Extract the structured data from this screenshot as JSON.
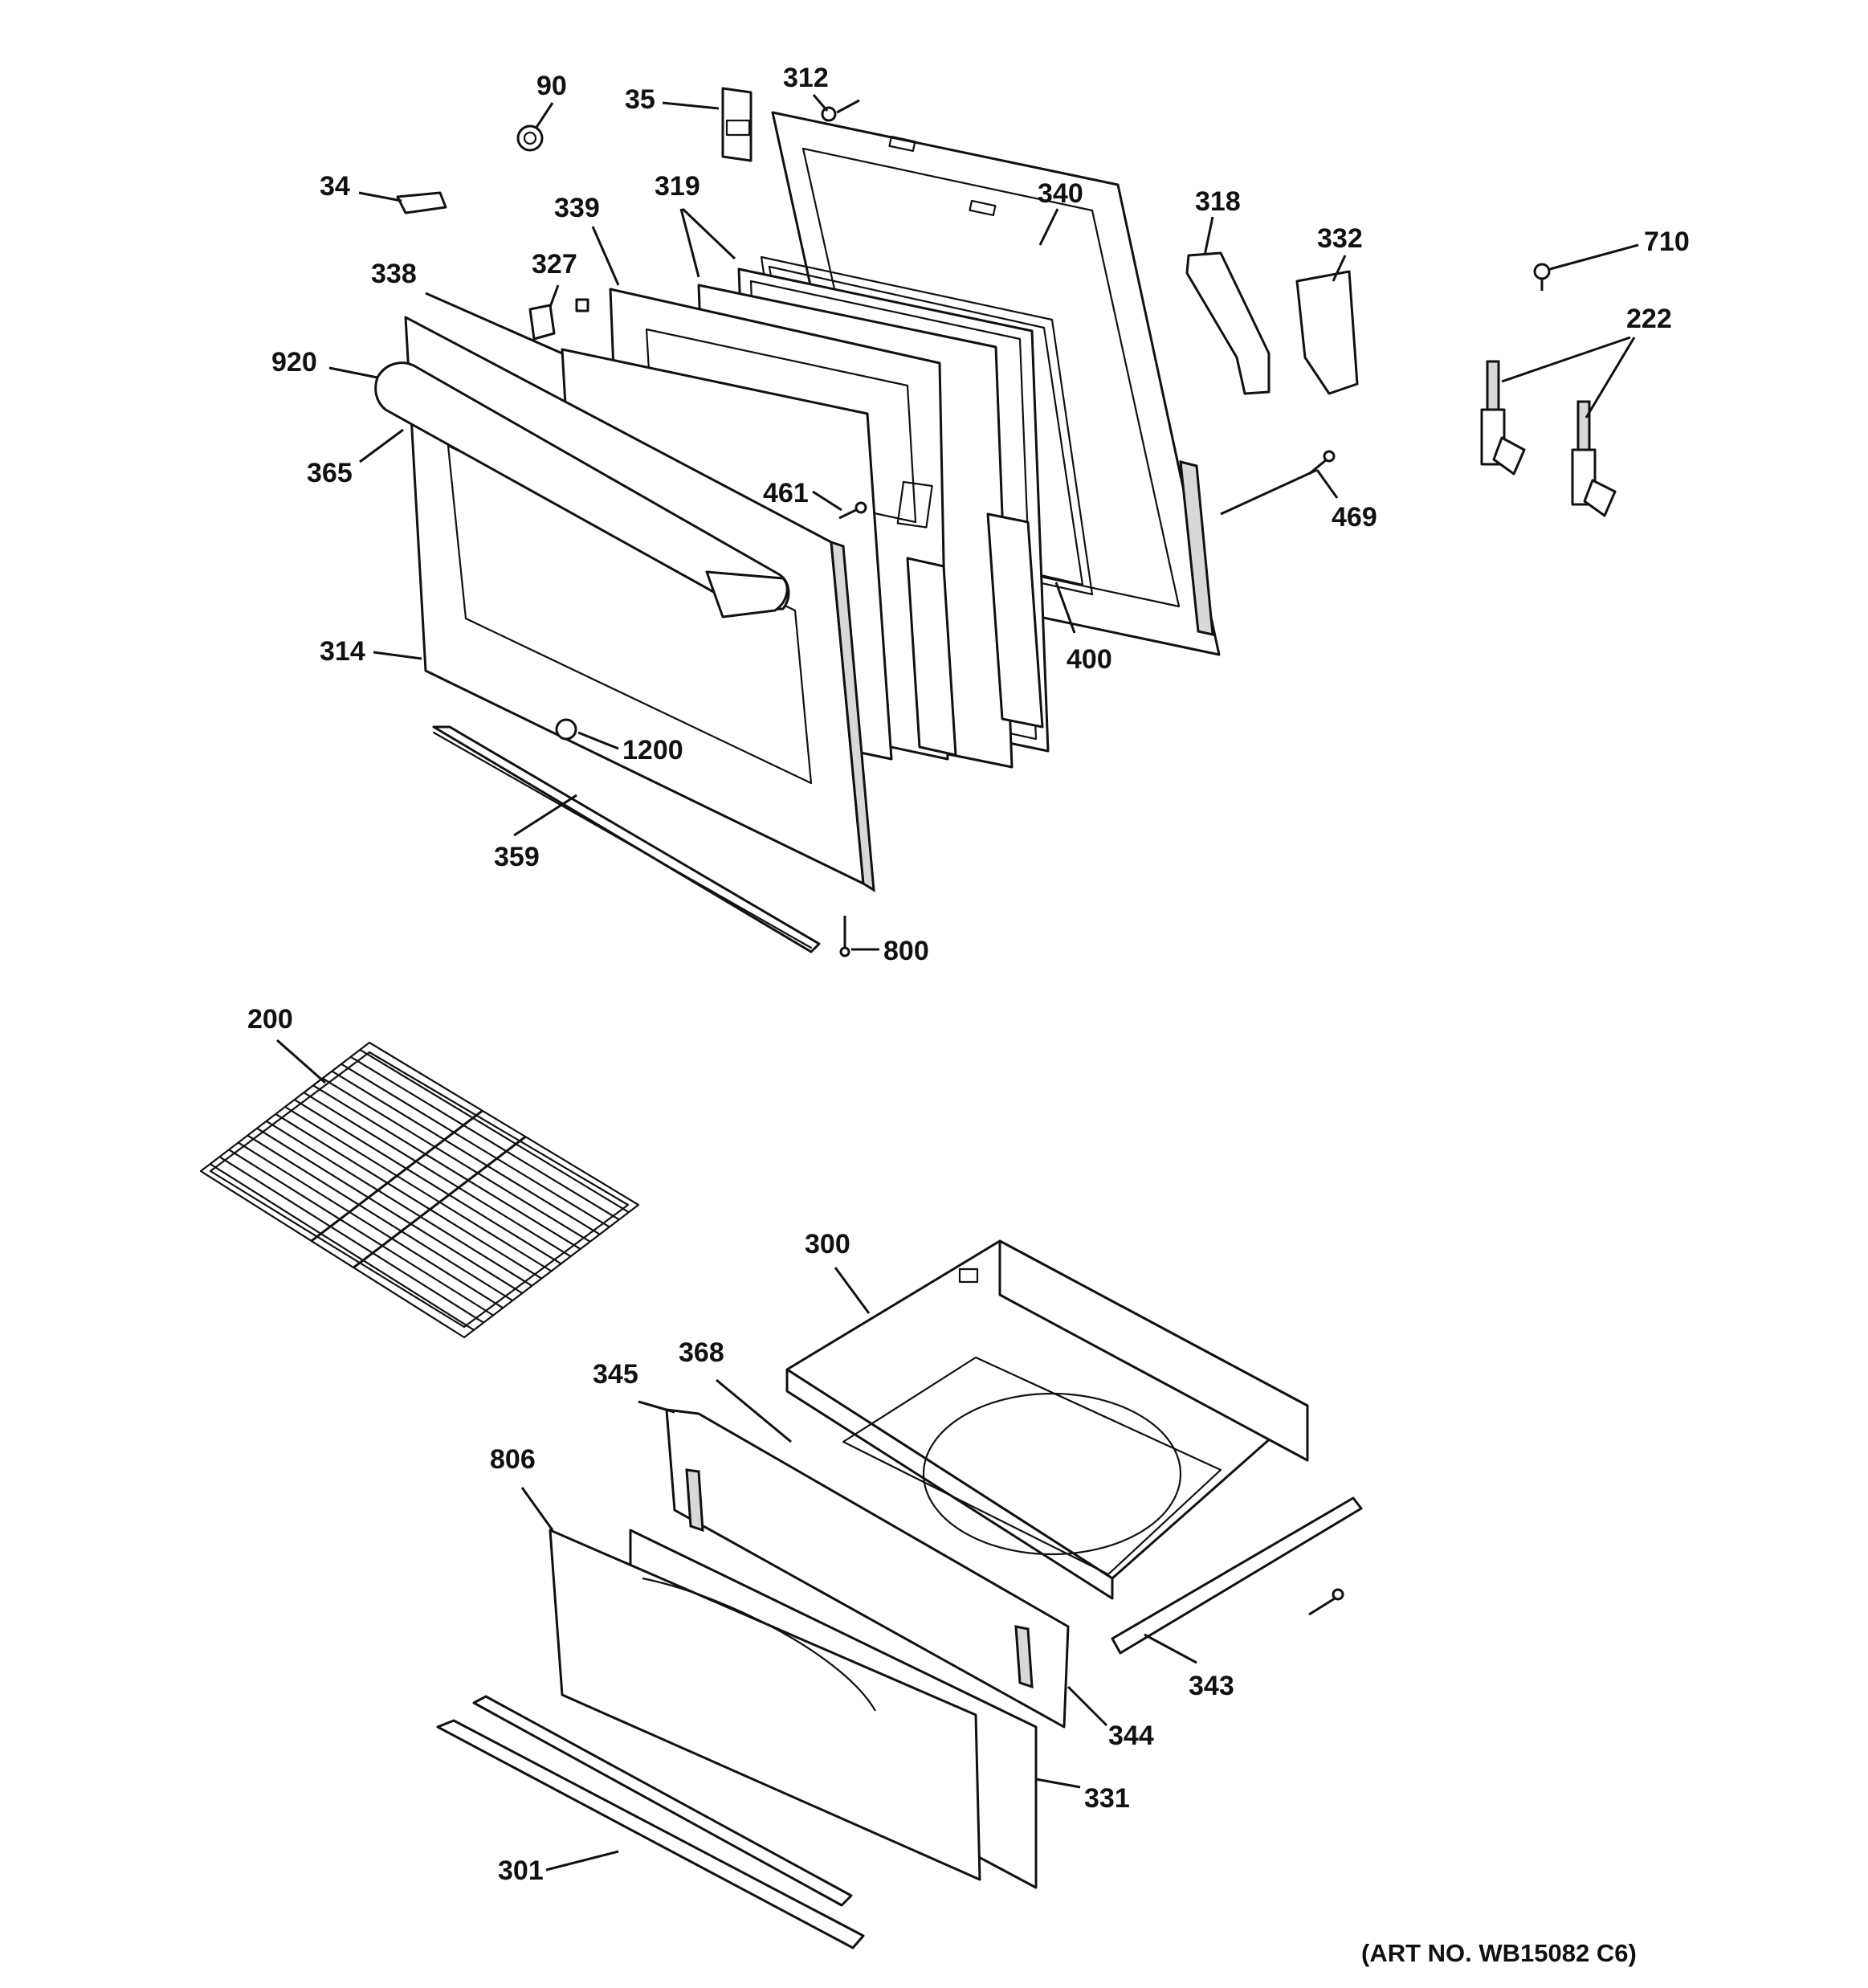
{
  "diagram": {
    "art_number": "(ART NO. WB15082 C6)",
    "callouts": {
      "c90": "90",
      "c35": "35",
      "c312": "312",
      "c34": "34",
      "c339": "339",
      "c319": "319",
      "c340": "340",
      "c318": "318",
      "c332": "332",
      "c710": "710",
      "c338": "338",
      "c327": "327",
      "c222": "222",
      "c920": "920",
      "c365": "365",
      "c461": "461",
      "c469": "469",
      "c314": "314",
      "c400": "400",
      "c1200": "1200",
      "c359": "359",
      "c800": "800",
      "c200": "200",
      "c300": "300",
      "c368": "368",
      "c345": "345",
      "c806": "806",
      "c343": "343",
      "c344": "344",
      "c331": "331",
      "c301": "301"
    }
  }
}
